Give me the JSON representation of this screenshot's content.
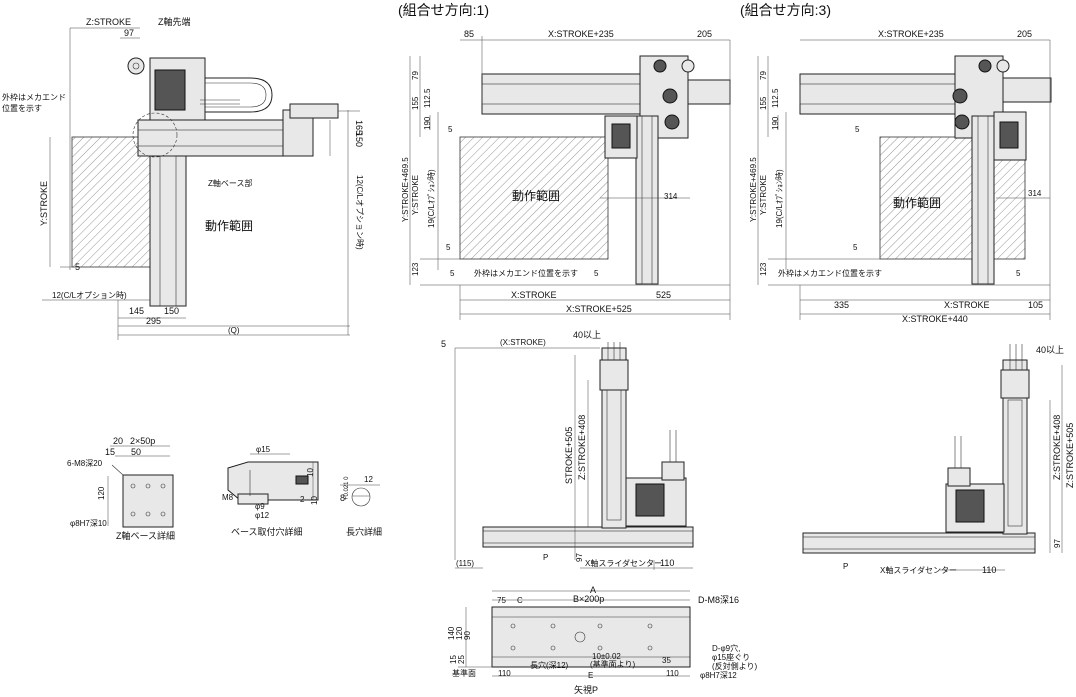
{
  "headings": {
    "combo1": "(組合せ方向:1)",
    "combo3": "(組合せ方向:3)"
  },
  "view_left": {
    "z_stroke": "Z:STROKE",
    "z_end": "Z軸先端",
    "d97": "97",
    "outer_frame_1": "外枠はメカエンド",
    "outer_frame_2": "位置を示す",
    "y_stroke": "Y:STROKE",
    "z_base": "Z軸ベース部",
    "range": "動作範囲",
    "d165": "165",
    "d150v": "150",
    "cl_option_v": "12(C/Lオプション時)",
    "cl_option_h": "12(C/Lオプション時)",
    "d5": "5",
    "d145": "145",
    "d150": "150",
    "d295": "295",
    "q": "(Q)"
  },
  "view_top1": {
    "d85": "85",
    "x_stroke_235": "X:STROKE+235",
    "d205": "205",
    "d79": "79",
    "d155": "155",
    "d112_5": "112.5",
    "d190": "190",
    "y_stroke_469": "Y:STROKE+469.5",
    "y_stroke": "Y:STROKE",
    "cl_19": "19(C/Lｵﾌﾟｼｮﾝ時)",
    "d5a": "5",
    "range": "動作範囲",
    "d314": "314",
    "d5b": "5",
    "d123": "123",
    "outer_note": "外枠はメカエンド位置を示す",
    "d5c": "5",
    "d5d": "5",
    "x_stroke": "X:STROKE",
    "d525": "525",
    "x_stroke_525": "X:STROKE+525"
  },
  "view_top3": {
    "x_stroke_235": "X:STROKE+235",
    "d205": "205",
    "d79": "79",
    "d155": "155",
    "d112_5": "112.5",
    "d190": "190",
    "y_stroke_469": "Y:STROKE+469.5",
    "y_stroke": "Y:STROKE",
    "cl_19": "19(C/Lｵﾌﾟｼｮﾝ時)",
    "d5a": "5",
    "range": "動作範囲",
    "d314": "314",
    "d5b": "5",
    "d123": "123",
    "outer_note": "外枠はメカエンド位置を示す",
    "d5c": "5",
    "d335": "335",
    "x_stroke": "X:STROKE",
    "d105": "105",
    "x_stroke_440": "X:STROKE+440"
  },
  "view_front1": {
    "d5": "5",
    "x_stroke_p": "(X:STROKE)",
    "over40": "40以上",
    "stroke_505": "STROKE+505",
    "z_stroke_408": "Z:STROKE+408",
    "d97": "97",
    "d115": "(115)",
    "p": "P",
    "slider_center": "X軸スライダセンター",
    "d110": "110"
  },
  "view_front3": {
    "over40": "40以上",
    "z_stroke_408": "Z:STROKE+408",
    "z_stroke_505": "Z:STROKE+505",
    "d97": "97",
    "p": "P",
    "slider_center": "X軸スライダセンター",
    "d110": "110"
  },
  "detail_zbase": {
    "d20": "20",
    "p2x50": "2×50p",
    "d15": "15",
    "d50": "50",
    "m8": "6-M8深20",
    "d120": "120",
    "phi8": "φ8H7深10",
    "title": "Z軸ベース詳細"
  },
  "detail_base_hole": {
    "phi15": "φ15",
    "d10a": "10",
    "m8": "M8",
    "d2": "2",
    "d10b": "10",
    "phi9": "φ9",
    "phi12": "φ12",
    "title": "ベース取付穴詳細"
  },
  "detail_slot": {
    "d12": "12",
    "d8": "8",
    "tol": "+0.021 0",
    "title": "長穴詳細"
  },
  "view_p": {
    "a": "A",
    "b": "B×200p",
    "d75": "75",
    "c": "C",
    "dm8": "D-M8深16",
    "d140": "140",
    "d120": "120",
    "d90": "90",
    "d25": "25",
    "d15": "15",
    "ref": "基準面",
    "d110a": "110",
    "slot": "長穴(深12)",
    "e": "E",
    "tol": "10±0.02",
    "tol_ref": "(基準面より)",
    "d35": "35",
    "d110b": "110",
    "dphi9": "D-φ9穴,",
    "spot": "φ15座ぐり",
    "opp": "(反対側より)",
    "phi8": "φ8H7深12",
    "title": "矢視P"
  }
}
